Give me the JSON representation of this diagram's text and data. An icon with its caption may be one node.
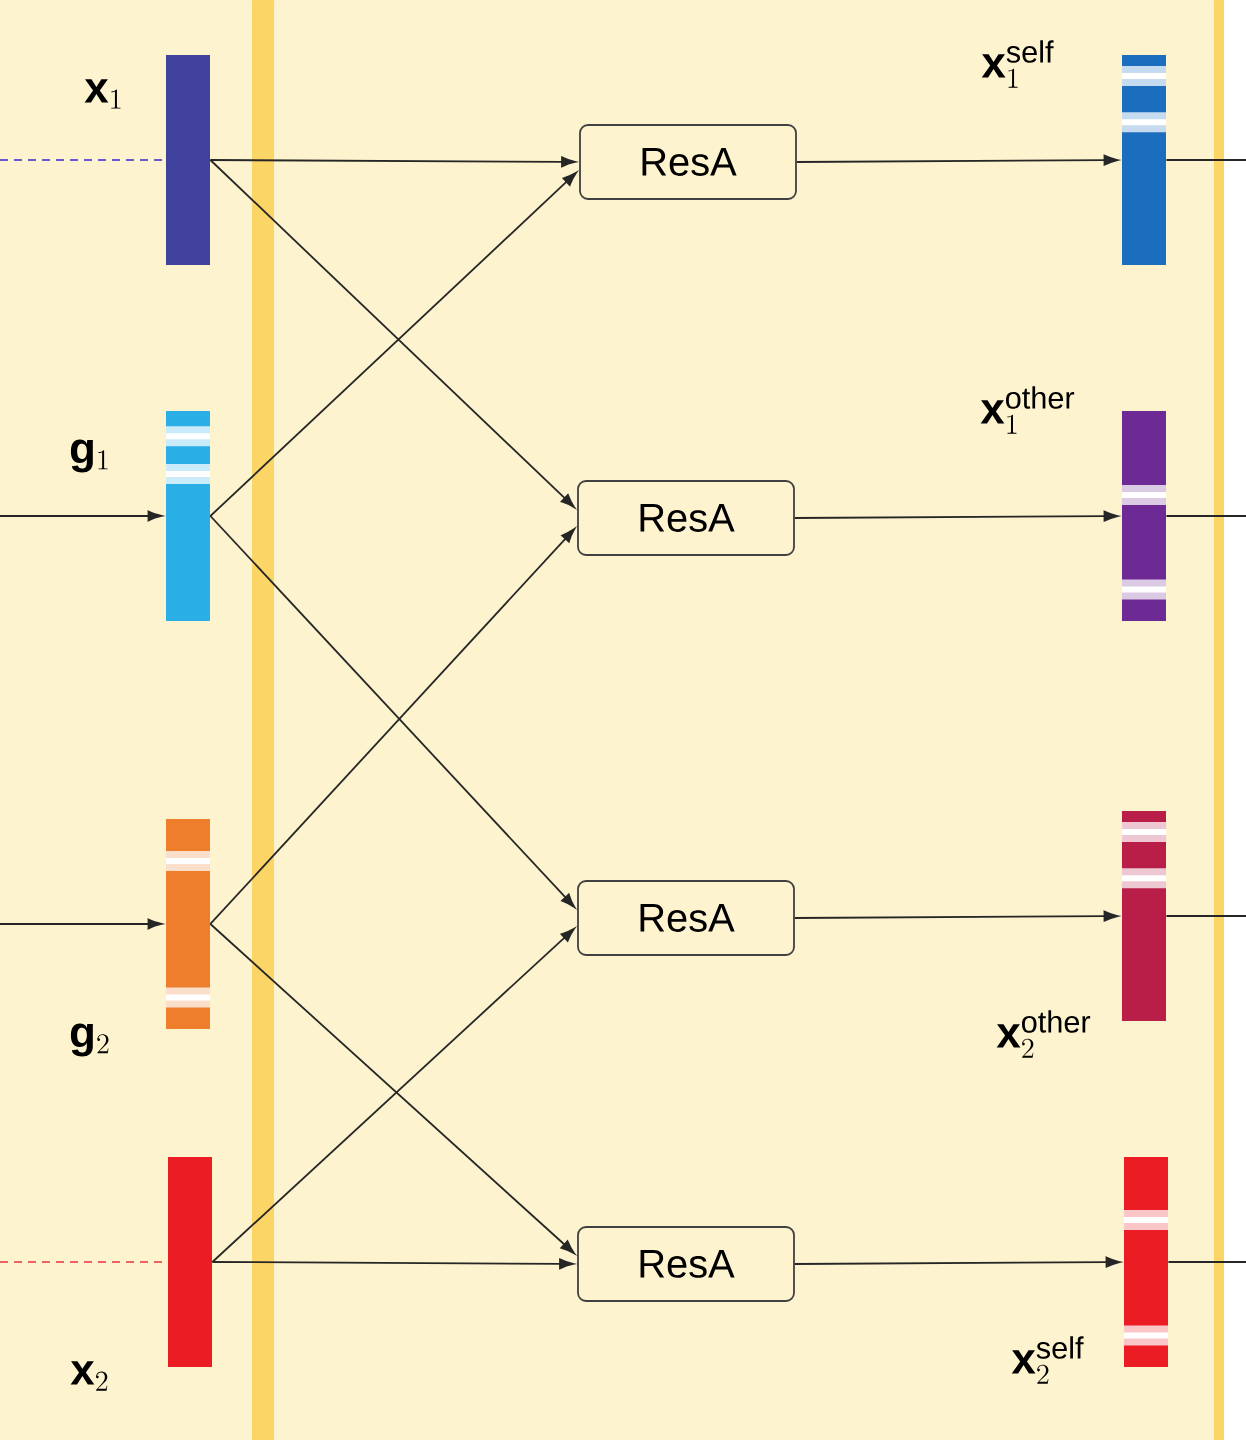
{
  "diagram": {
    "nodes": [
      {
        "text": [],
        "shape": "box"
      },
      {
        "text": [],
        "shape": "box"
      },
      {
        "text": [
          "\\mathbf{x}_{1}"
        ],
        "in": 0
      },
      {
        "text": [
          "\\mathbf{g}_{1}"
        ],
        "in": 0
      },
      {
        "text": [
          "\\mathbf{g}_{2}"
        ],
        "in": 0
      },
      {
        "text": [
          "\\mathbf{x}_{2}"
        ],
        "in": 0
      },
      {
        "text": [
          "ResA"
        ],
        "in": 1
      },
      {
        "text": [
          "ResA"
        ],
        "in": 1
      },
      {
        "text": [
          "ResA"
        ],
        "in": 1
      },
      {
        "text": [
          "ResA"
        ],
        "in": 1
      },
      {
        "text": [
          "\\mathbf{x}_{1}^{\\mathrm{self}}"
        ],
        "in": 1
      },
      {
        "text": [
          "\\mathbf{x}_{1}^{\\mathrm{other}}"
        ],
        "in": 1
      },
      {
        "text": [
          "\\mathbf{x}_{2}^{\\mathrm{other}}"
        ],
        "in": 1
      },
      {
        "text": [
          "\\mathbf{x}_{2}^{\\mathrm{self}}"
        ],
        "in": 1
      }
    ],
    "edges": [
      {
        "from": null,
        "to": 2,
        "arrow": "none",
        "style": "dashed",
        "color": "#6a5acd"
      },
      {
        "from": null,
        "to": 3,
        "arrow": "to"
      },
      {
        "from": null,
        "to": 4,
        "arrow": "to"
      },
      {
        "from": null,
        "to": 5,
        "arrow": "none",
        "style": "dashed",
        "color": "#f06060"
      },
      {
        "from": 2,
        "to": 6,
        "arrow": "to"
      },
      {
        "from": 2,
        "to": 7,
        "arrow": "to"
      },
      {
        "from": 3,
        "to": 6,
        "arrow": "to"
      },
      {
        "from": 3,
        "to": 8,
        "arrow": "to"
      },
      {
        "from": 4,
        "to": 7,
        "arrow": "to"
      },
      {
        "from": 4,
        "to": 9,
        "arrow": "to"
      },
      {
        "from": 5,
        "to": 8,
        "arrow": "to"
      },
      {
        "from": 5,
        "to": 9,
        "arrow": "to"
      },
      {
        "from": 6,
        "to": 10,
        "arrow": "to"
      },
      {
        "from": 7,
        "to": 11,
        "arrow": "to"
      },
      {
        "from": 8,
        "to": 12,
        "arrow": "to"
      },
      {
        "from": 9,
        "to": 13,
        "arrow": "to"
      },
      {
        "from": 10,
        "to": null,
        "arrow": "none"
      },
      {
        "from": 11,
        "to": null,
        "arrow": "none"
      },
      {
        "from": 12,
        "to": null,
        "arrow": "none"
      },
      {
        "from": 13,
        "to": null,
        "arrow": "none"
      }
    ]
  }
}
